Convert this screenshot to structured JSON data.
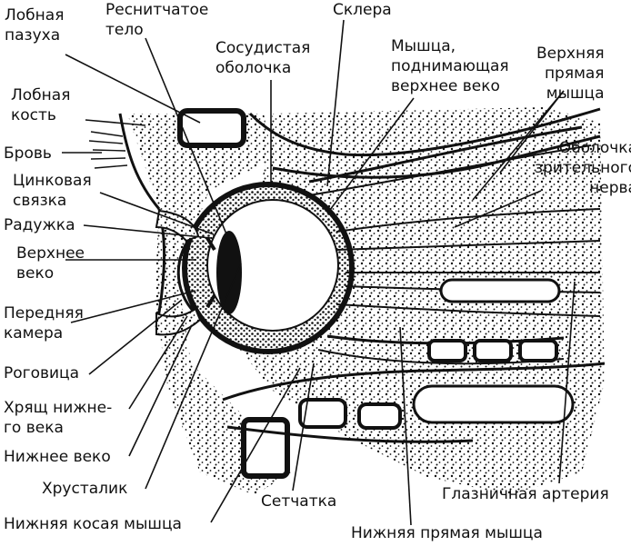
{
  "figure": {
    "title": "",
    "labels": {
      "frontal_sinus": "Лобная\nпазуха",
      "ciliary_body": "Реснитчатое\nтело",
      "sclera": "Склера",
      "vascular_layer": "Сосудистая\nоболочка",
      "levator_muscle": "Мышца,\nподнимающая\nверхнее веко",
      "superior_rectus": "Верхняя\nпрямая\nмышца",
      "frontal_bone": "Лобная\nкость",
      "eyebrow": "Бровь",
      "zinn_ligament": "Цинковая\nсвязка",
      "iris": "Радужка",
      "upper_eyelid": "Верхнее\nвеко",
      "optic_nerve_sheath": "Оболочка\nзрительного\nнерва",
      "anterior_chamber": "Передняя\nкамера",
      "cornea": "Роговица",
      "lower_eyelid_cartilage": "Хрящ нижне-\nго века",
      "lower_eyelid": "Нижнее веко",
      "lens": "Хрусталик",
      "retina": "Сетчатка",
      "ophthalmic_artery": "Глазничная артерия",
      "inferior_oblique": "Нижняя косая мышца",
      "inferior_rectus": "Нижняя прямая мышца"
    },
    "colors": {
      "ink": "#111111",
      "paper": "#ffffff"
    }
  }
}
